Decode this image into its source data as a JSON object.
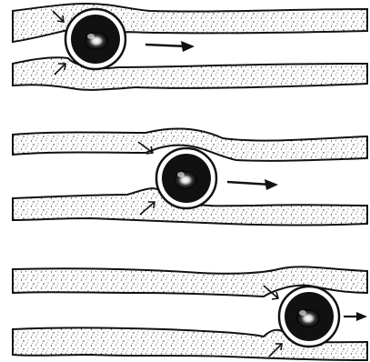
{
  "figure": {
    "panels": [
      {
        "name": "panel-1",
        "direction": "right",
        "stage": 1
      },
      {
        "name": "panel-2",
        "direction": "right",
        "stage": 2
      },
      {
        "name": "panel-3",
        "direction": "right",
        "stage": 3
      }
    ],
    "colors": {
      "ink": "#111111",
      "stipple": "#222222",
      "background": "#ffffff"
    }
  }
}
